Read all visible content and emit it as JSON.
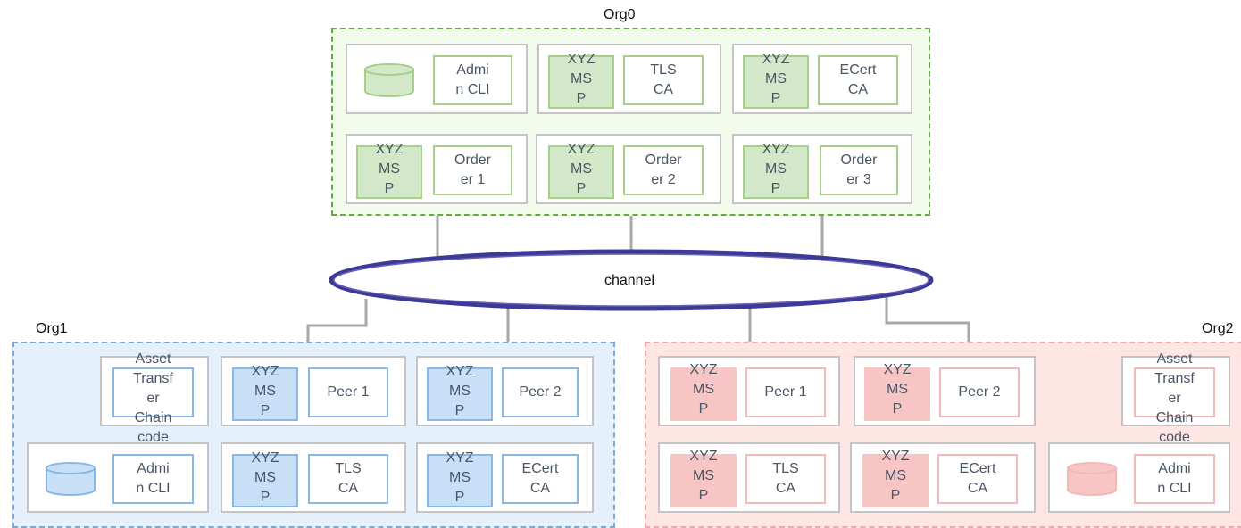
{
  "orgs": {
    "org0": {
      "label": "Org0"
    },
    "org1": {
      "label": "Org1"
    },
    "org2": {
      "label": "Org2"
    }
  },
  "channel": {
    "label": "channel"
  },
  "msp_label": "XYZ\nMS\nP",
  "org0_nodes": {
    "admin_cli": "Admi\nn CLI",
    "tls_ca": "TLS\nCA",
    "ecert_ca": "ECert\nCA",
    "orderer1": "Order\ner 1",
    "orderer2": "Order\ner 2",
    "orderer3": "Order\ner 3"
  },
  "org1_nodes": {
    "chaincode": "Asset\nTransf\ner\nChain\ncode",
    "peer1": "Peer 1",
    "peer2": "Peer 2",
    "admin_cli": "Admi\nn CLI",
    "tls_ca": "TLS\nCA",
    "ecert_ca": "ECert\nCA"
  },
  "org2_nodes": {
    "peer1": "Peer 1",
    "peer2": "Peer 2",
    "chaincode": "Asset\nTransf\ner\nChain\ncode",
    "tls_ca": "TLS\nCA",
    "ecert_ca": "ECert\nCA",
    "admin_cli": "Admi\nn CLI"
  },
  "colors": {
    "org0_accent": "#5fae3a",
    "org1_accent": "#7ea6d6",
    "org2_accent": "#f0a9a9",
    "channel_stroke": "#3b3a96",
    "connector": "#a8a8a8"
  }
}
